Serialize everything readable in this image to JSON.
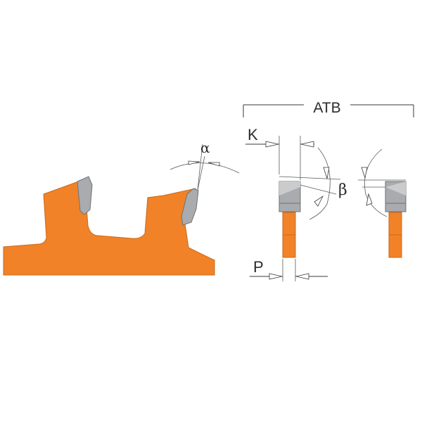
{
  "labels": {
    "atb": "ATB",
    "kerf": "K",
    "plate": "P",
    "hook_angle": "α",
    "bevel_angle": "β"
  },
  "colors": {
    "blade": "#f28227",
    "blade_outline": "#c86a1d",
    "tooth_tip": "#a9abae",
    "tooth_tip_dark": "#7d7f82",
    "line": "#3a3a3a"
  }
}
